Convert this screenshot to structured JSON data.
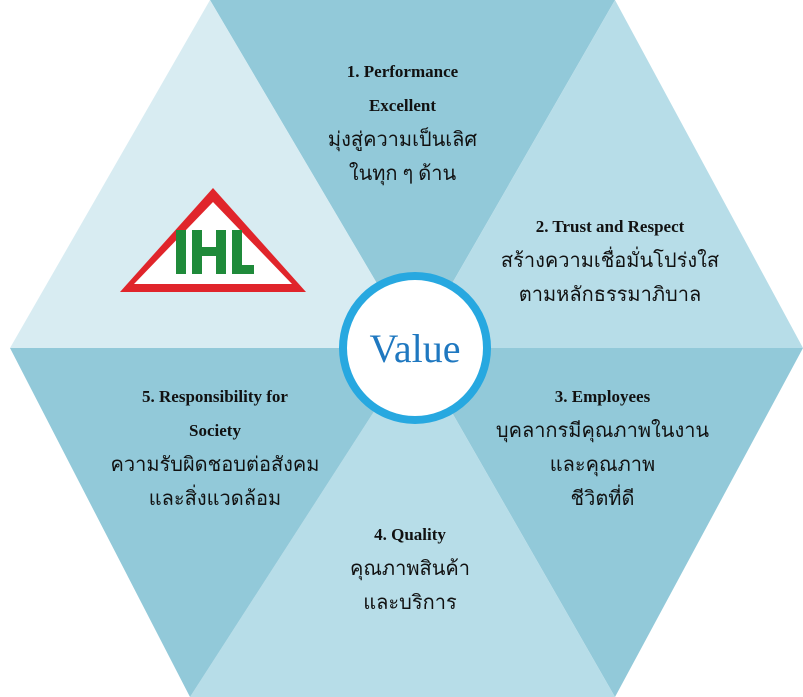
{
  "center_label": "Value",
  "logo": {
    "text": "IHL",
    "triangle_color": "#e0252b",
    "letter_color": "#1f8a3a"
  },
  "colors": {
    "segment_top": "#92c9d9",
    "segment_upper_right": "#b7dde8",
    "segment_lower_right": "#92c9d9",
    "segment_bottom": "#b7dde8",
    "segment_left": "#92c9d9",
    "segment_upper_left": "#d8ecf2",
    "circle_ring": "#27a8e0",
    "center_text": "#1f78c0"
  },
  "segments": [
    {
      "title_lines": [
        "1. Performance",
        "Excellent"
      ],
      "thai_lines": [
        "มุ่งสู่ความเป็นเลิศ",
        "ในทุก ๆ ด้าน"
      ]
    },
    {
      "title_lines": [
        "2. Trust and Respect"
      ],
      "thai_lines": [
        "สร้างความเชื่อมั่นโปร่งใส",
        "ตามหลักธรรมาภิบาล"
      ]
    },
    {
      "title_lines": [
        "3. Employees"
      ],
      "thai_lines": [
        "บุคลากรมีคุณภาพในงาน",
        "และคุณภาพ",
        "ชีวิตที่ดี"
      ]
    },
    {
      "title_lines": [
        "4. Quality"
      ],
      "thai_lines": [
        "คุณภาพสินค้า",
        "และบริการ"
      ]
    },
    {
      "title_lines": [
        "5. Responsibility for",
        "Society"
      ],
      "thai_lines": [
        "ความรับผิดชอบต่อสังคม",
        "และสิ่งแวดล้อม"
      ]
    }
  ]
}
